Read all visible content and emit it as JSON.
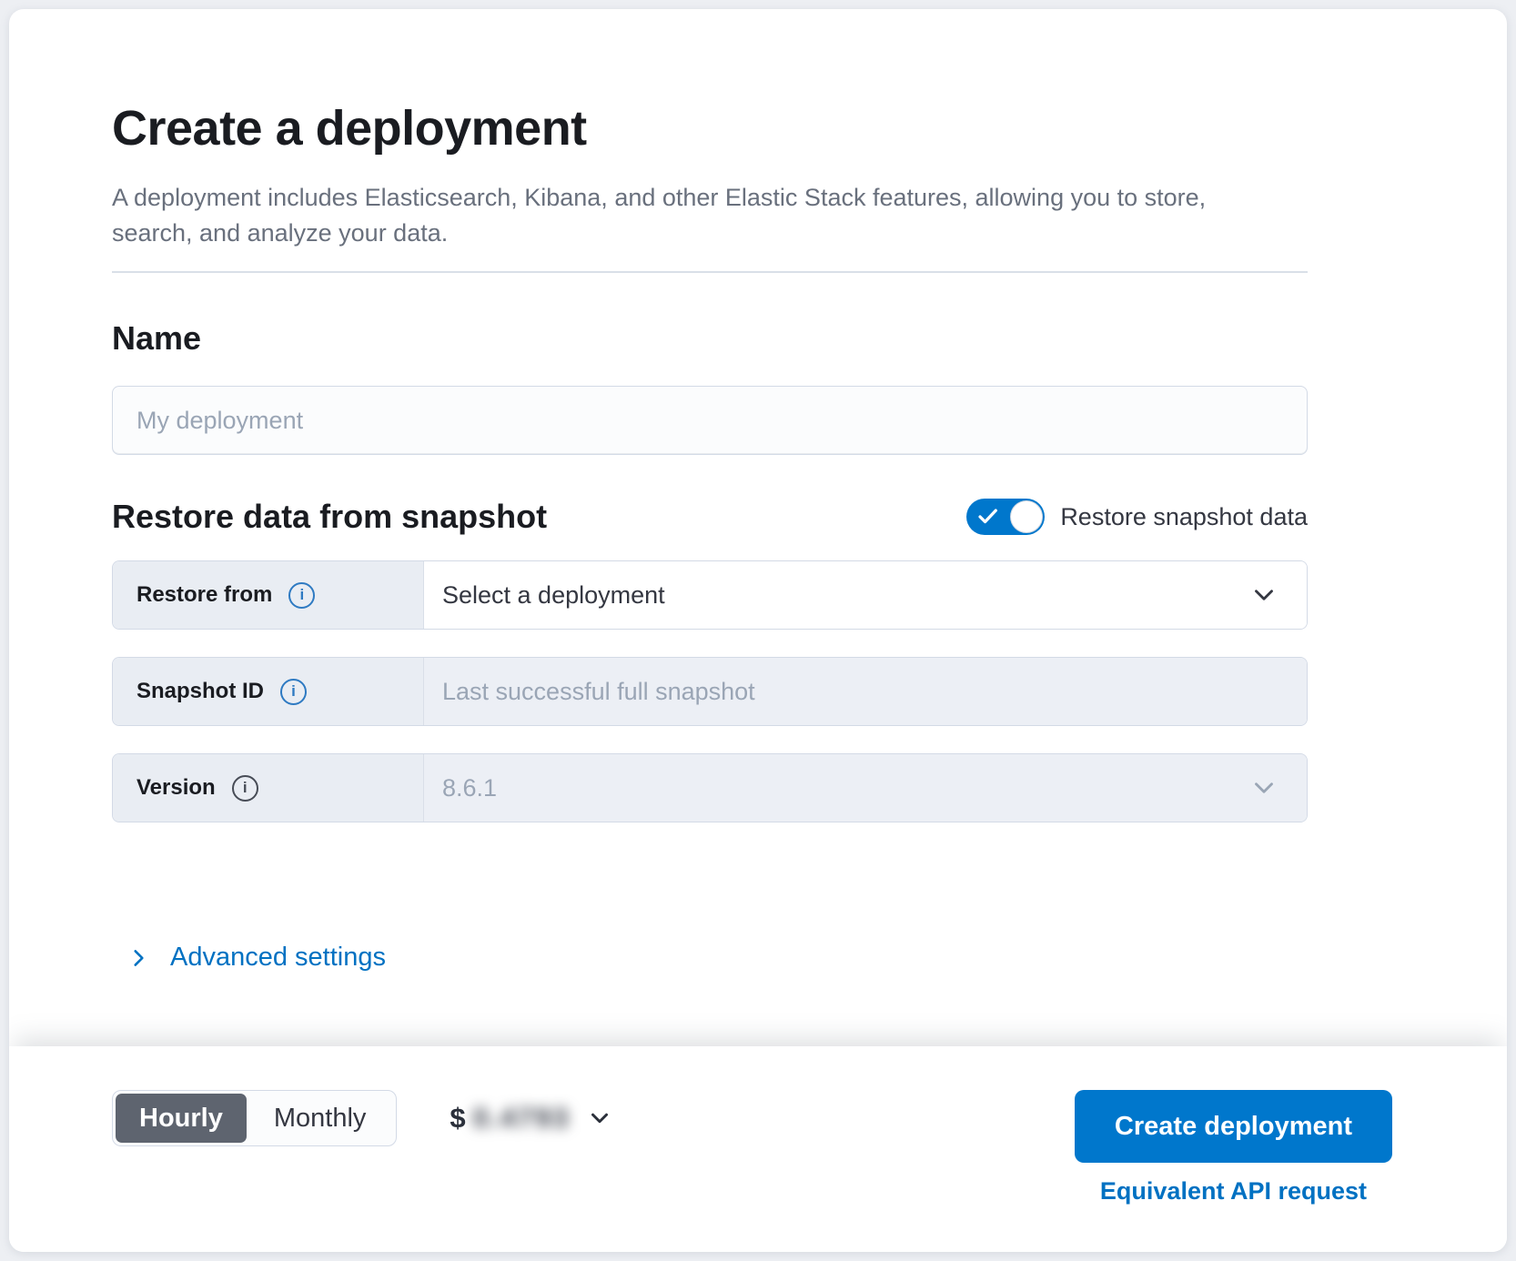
{
  "page": {
    "title": "Create a deployment",
    "subtitle": "A deployment includes Elasticsearch, Kibana, and other Elastic Stack features, allowing you to store, search, and analyze your data."
  },
  "name_section": {
    "heading": "Name",
    "input_value": "",
    "input_placeholder": "My deployment"
  },
  "restore_section": {
    "heading": "Restore data from snapshot",
    "toggle_label": "Restore snapshot data",
    "toggle_state": "on",
    "restore_from": {
      "label": "Restore from",
      "value": "Select a deployment"
    },
    "snapshot_id": {
      "label": "Snapshot ID",
      "value": "",
      "placeholder": "Last successful full snapshot"
    },
    "version": {
      "label": "Version",
      "value": "8.6.1"
    }
  },
  "advanced_settings": {
    "label": "Advanced settings"
  },
  "footer": {
    "billing_options": [
      "Hourly",
      "Monthly"
    ],
    "selected_billing": "Hourly",
    "price": {
      "currency": "$",
      "amount": "0.4793"
    },
    "create_button_label": "Create deployment",
    "api_request_link_label": "Equivalent API request"
  },
  "icons": {
    "info_icon": "i",
    "check_icon": "✓",
    "chevron_down_icon": "⌄",
    "chevron_right_icon": "›"
  },
  "colors": {
    "accent_blue": "#0077cc",
    "link_blue": "#0071c2",
    "heading_text": "#1a1c21",
    "body_text": "#343741",
    "muted_text": "#69707d",
    "placeholder_text": "#9aa5b5",
    "label_cell_bg": "#e9edf3",
    "disabled_field_bg": "#eceff5",
    "border": "#d3dae6",
    "selected_segment_bg": "#5e646f"
  }
}
